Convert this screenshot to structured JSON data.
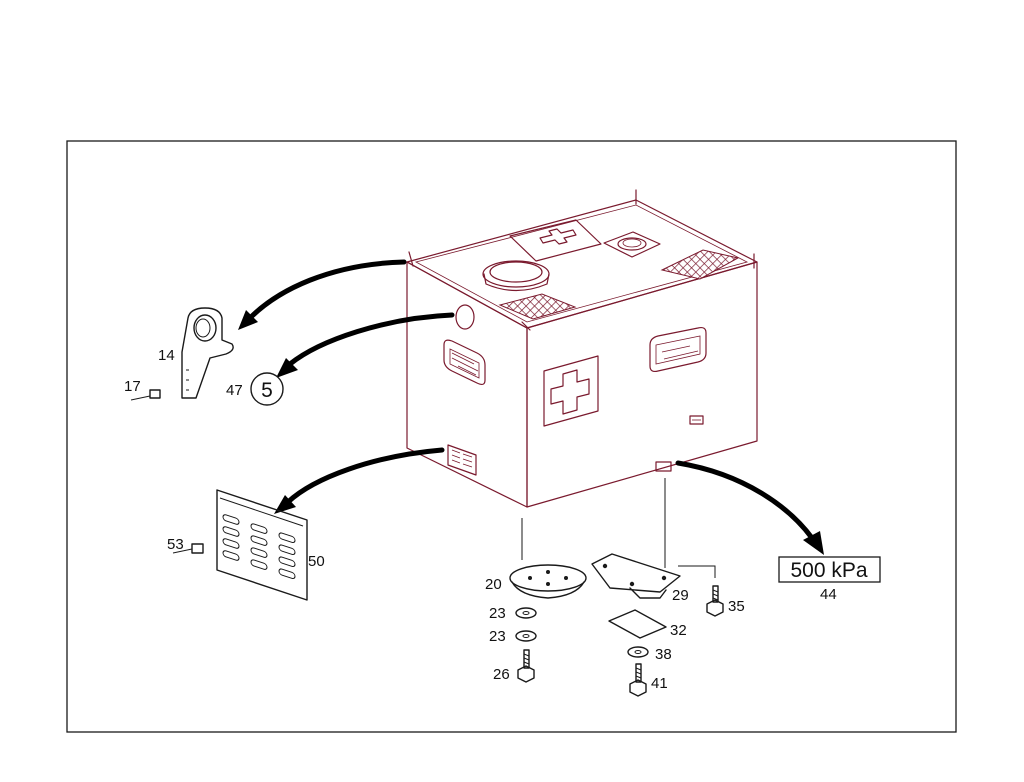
{
  "colors": {
    "drawing": "#7a1a2e",
    "parts": "#1a1a1a",
    "arrow": "#000000",
    "background": "#ffffff"
  },
  "callouts": {
    "c14": "14",
    "c17": "17",
    "c47": "47",
    "c5": "5",
    "c53": "53",
    "c50": "50",
    "c20": "20",
    "c23a": "23",
    "c23b": "23",
    "c26": "26",
    "c29": "29",
    "c35": "35",
    "c32": "32",
    "c38": "38",
    "c41": "41",
    "c44": "44"
  },
  "pressure_label": "500 kPa"
}
